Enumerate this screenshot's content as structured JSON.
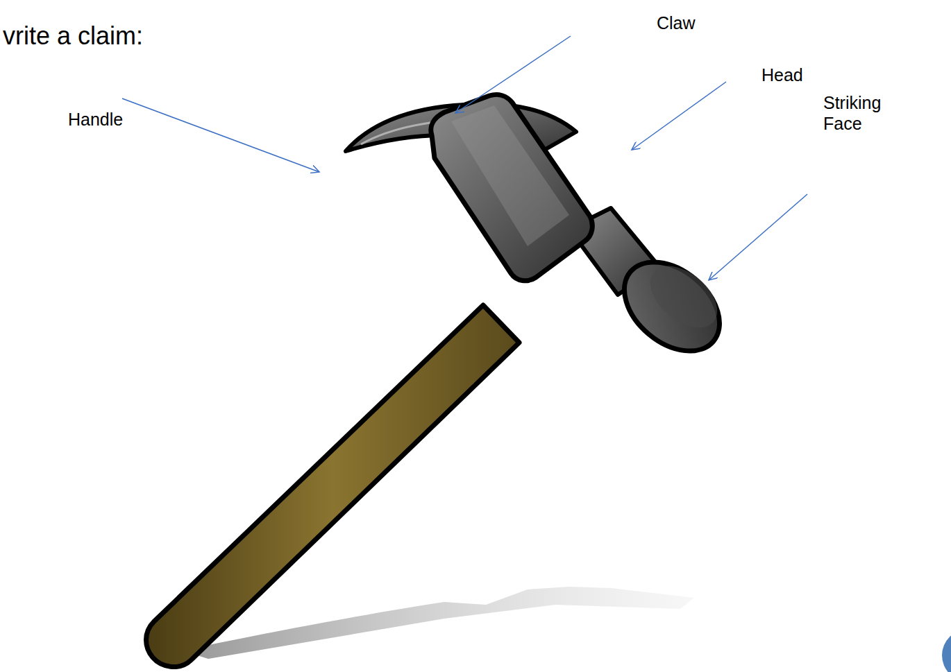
{
  "diagram": {
    "title": "vrite a claim:",
    "labels": [
      "Claw",
      "Head",
      "Striking Face",
      "Handle"
    ]
  }
}
